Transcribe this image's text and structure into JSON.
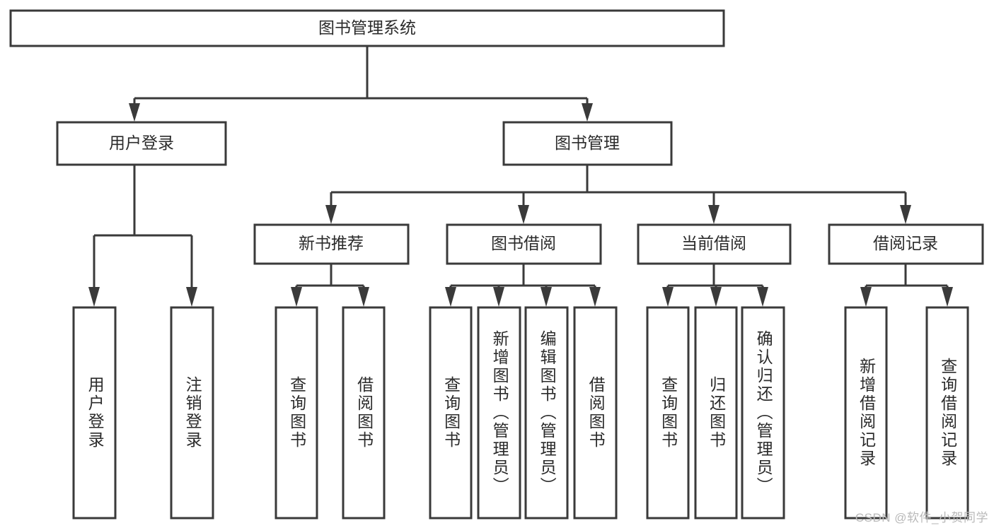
{
  "diagram": {
    "title_node": {
      "label": "图书管理系统"
    },
    "level2": [
      {
        "id": "user-login",
        "label": "用户登录"
      },
      {
        "id": "book-management",
        "label": "图书管理"
      }
    ],
    "level3": [
      {
        "id": "new-book-recommend",
        "label": "新书推荐"
      },
      {
        "id": "book-borrow",
        "label": "图书借阅"
      },
      {
        "id": "current-borrow",
        "label": "当前借阅"
      },
      {
        "id": "borrow-record",
        "label": "借阅记录"
      }
    ],
    "leaves": {
      "user_login": [
        {
          "id": "leaf-user-login",
          "label": "用户登录"
        },
        {
          "id": "leaf-logout-login",
          "label": "注销登录"
        }
      ],
      "new_book_recommend": [
        {
          "id": "leaf-query-book-1",
          "label": "查询图书"
        },
        {
          "id": "leaf-borrow-book-1",
          "label": "借阅图书"
        }
      ],
      "book_borrow": [
        {
          "id": "leaf-query-book-2",
          "label": "查询图书"
        },
        {
          "id": "leaf-add-book",
          "label": "新增图书（管理员）"
        },
        {
          "id": "leaf-edit-book",
          "label": "编辑图书（管理员）"
        },
        {
          "id": "leaf-borrow-book-2",
          "label": "借阅图书"
        }
      ],
      "current_borrow": [
        {
          "id": "leaf-query-book-3",
          "label": "查询图书"
        },
        {
          "id": "leaf-return-book",
          "label": "归还图书"
        },
        {
          "id": "leaf-confirm-return",
          "label": "确认归还（管理员）"
        }
      ],
      "borrow_record": [
        {
          "id": "leaf-add-borrow-record",
          "label": "新增借阅记录"
        },
        {
          "id": "leaf-query-borrow-record",
          "label": "查询借阅记录"
        }
      ]
    },
    "watermark": {
      "text": "CSDN @软件_小贺同学"
    },
    "colors": {
      "stroke": "#3a3a3a",
      "box_fill": "#ffffff",
      "text": "#2b2b2b",
      "watermark": "#b9b9b9",
      "background": "#ffffff"
    }
  }
}
